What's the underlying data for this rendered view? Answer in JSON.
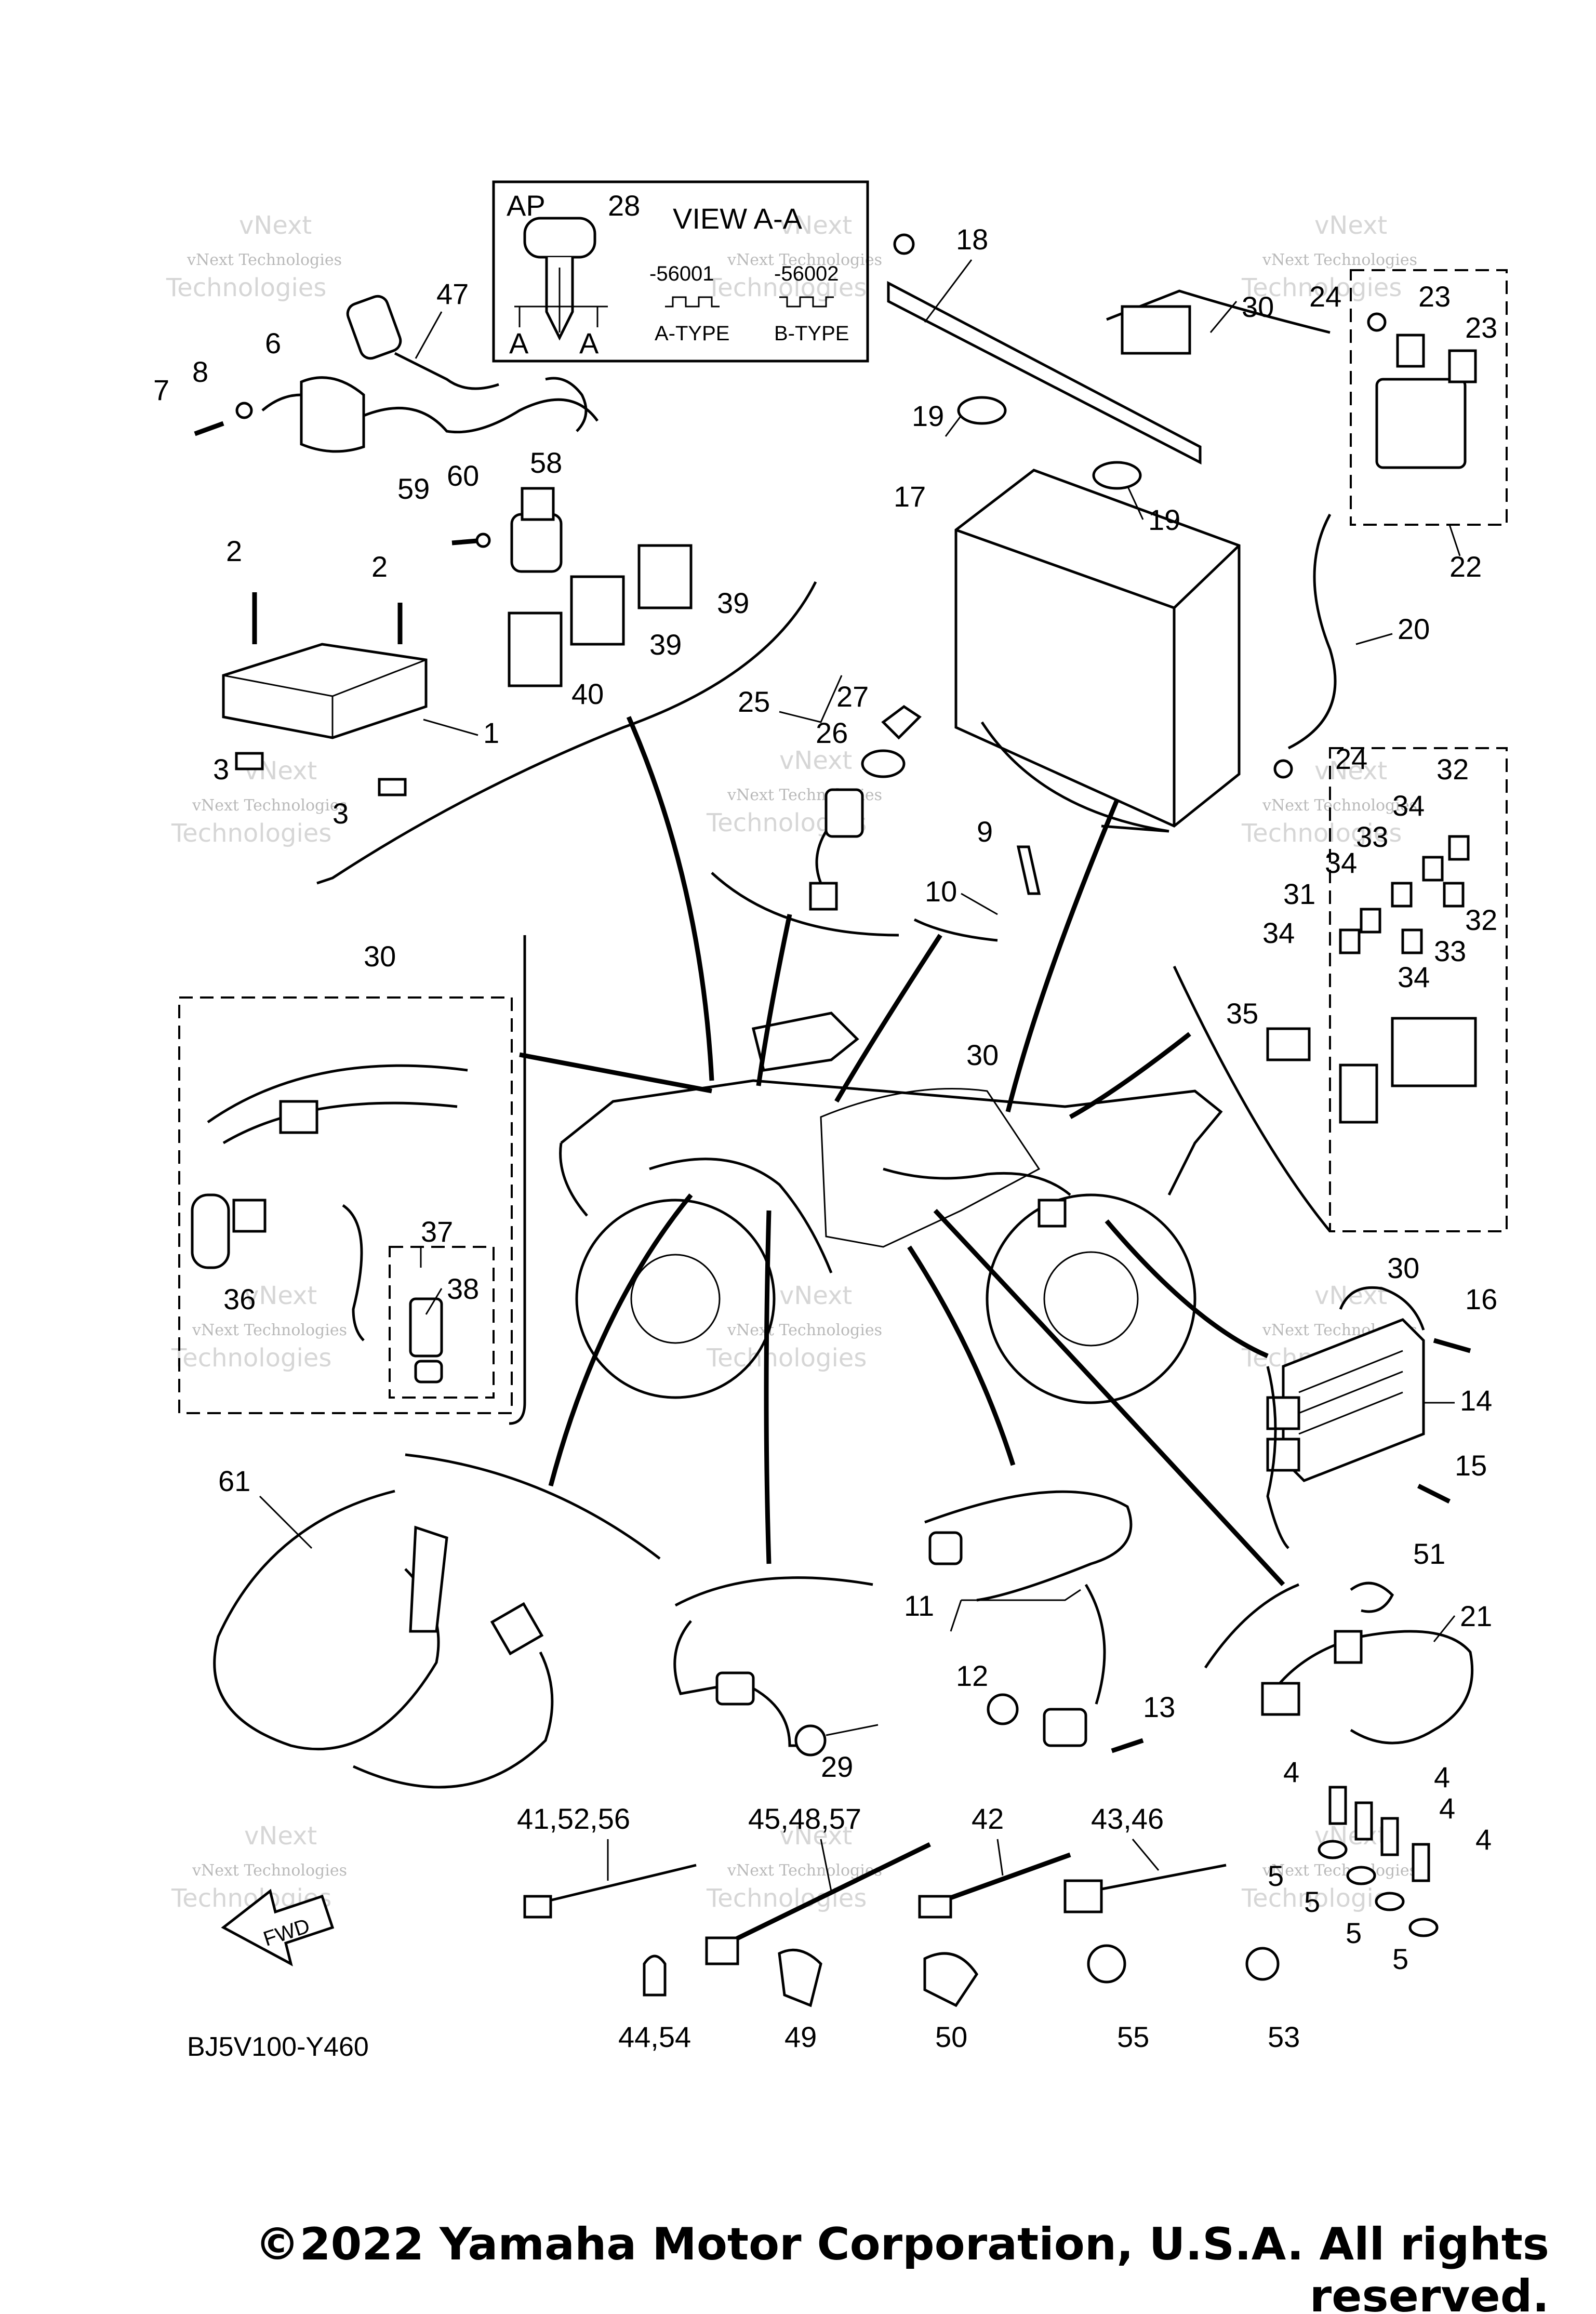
{
  "key_box": {
    "ap_label": "AP",
    "key_number": "28",
    "view_label": "VIEW A-A",
    "code_a": "-56001",
    "code_b": "-56002",
    "type_a": "A-TYPE",
    "type_b": "B-TYPE",
    "section_left": "A",
    "section_right": "A"
  },
  "callouts": [
    {
      "id": "c1",
      "text": "1"
    },
    {
      "id": "c2a",
      "text": "2"
    },
    {
      "id": "c2b",
      "text": "2"
    },
    {
      "id": "c3a",
      "text": "3"
    },
    {
      "id": "c3b",
      "text": "3"
    },
    {
      "id": "c4a",
      "text": "4"
    },
    {
      "id": "c4b",
      "text": "4"
    },
    {
      "id": "c4c",
      "text": "4"
    },
    {
      "id": "c4d",
      "text": "4"
    },
    {
      "id": "c5a",
      "text": "5"
    },
    {
      "id": "c5b",
      "text": "5"
    },
    {
      "id": "c5c",
      "text": "5"
    },
    {
      "id": "c5d",
      "text": "5"
    },
    {
      "id": "c6",
      "text": "6"
    },
    {
      "id": "c7",
      "text": "7"
    },
    {
      "id": "c8",
      "text": "8"
    },
    {
      "id": "c9",
      "text": "9"
    },
    {
      "id": "c10",
      "text": "10"
    },
    {
      "id": "c11",
      "text": "11"
    },
    {
      "id": "c12",
      "text": "12"
    },
    {
      "id": "c13",
      "text": "13"
    },
    {
      "id": "c14",
      "text": "14"
    },
    {
      "id": "c15",
      "text": "15"
    },
    {
      "id": "c16",
      "text": "16"
    },
    {
      "id": "c17",
      "text": "17"
    },
    {
      "id": "c18",
      "text": "18"
    },
    {
      "id": "c19a",
      "text": "19"
    },
    {
      "id": "c19b",
      "text": "19"
    },
    {
      "id": "c20",
      "text": "20"
    },
    {
      "id": "c21",
      "text": "21"
    },
    {
      "id": "c22",
      "text": "22"
    },
    {
      "id": "c23a",
      "text": "23"
    },
    {
      "id": "c23b",
      "text": "23"
    },
    {
      "id": "c24a",
      "text": "24"
    },
    {
      "id": "c24b",
      "text": "24"
    },
    {
      "id": "c25",
      "text": "25"
    },
    {
      "id": "c26",
      "text": "26"
    },
    {
      "id": "c27",
      "text": "27"
    },
    {
      "id": "c29",
      "text": "29"
    },
    {
      "id": "c30a",
      "text": "30"
    },
    {
      "id": "c30b",
      "text": "30"
    },
    {
      "id": "c30c",
      "text": "30"
    },
    {
      "id": "c30d",
      "text": "30"
    },
    {
      "id": "c31",
      "text": "31"
    },
    {
      "id": "c32a",
      "text": "32"
    },
    {
      "id": "c32b",
      "text": "32"
    },
    {
      "id": "c33a",
      "text": "33"
    },
    {
      "id": "c33b",
      "text": "33"
    },
    {
      "id": "c34a",
      "text": "34"
    },
    {
      "id": "c34b",
      "text": "34"
    },
    {
      "id": "c34c",
      "text": "34"
    },
    {
      "id": "c34d",
      "text": "34"
    },
    {
      "id": "c35",
      "text": "35"
    },
    {
      "id": "c36",
      "text": "36"
    },
    {
      "id": "c37",
      "text": "37"
    },
    {
      "id": "c38",
      "text": "38"
    },
    {
      "id": "c39a",
      "text": "39"
    },
    {
      "id": "c39b",
      "text": "39"
    },
    {
      "id": "c40",
      "text": "40"
    },
    {
      "id": "c41",
      "text": "41,52,56"
    },
    {
      "id": "c42",
      "text": "42"
    },
    {
      "id": "c43",
      "text": "43,46"
    },
    {
      "id": "c44",
      "text": "44,54"
    },
    {
      "id": "c45",
      "text": "45,48,57"
    },
    {
      "id": "c47",
      "text": "47"
    },
    {
      "id": "c49",
      "text": "49"
    },
    {
      "id": "c50",
      "text": "50"
    },
    {
      "id": "c51",
      "text": "51"
    },
    {
      "id": "c53",
      "text": "53"
    },
    {
      "id": "c55",
      "text": "55"
    },
    {
      "id": "c58",
      "text": "58"
    },
    {
      "id": "c59",
      "text": "59"
    },
    {
      "id": "c60",
      "text": "60"
    },
    {
      "id": "c61",
      "text": "61"
    }
  ],
  "fwd_label": "FWD",
  "watermark_line1": "vNext",
  "watermark_line2": "vNext Technologies",
  "watermark_line3": "Technologies",
  "diagram_code": "BJ5V100-Y460",
  "copyright": "©2022 Yamaha Motor Corporation, U.S.A. All rights reserved."
}
